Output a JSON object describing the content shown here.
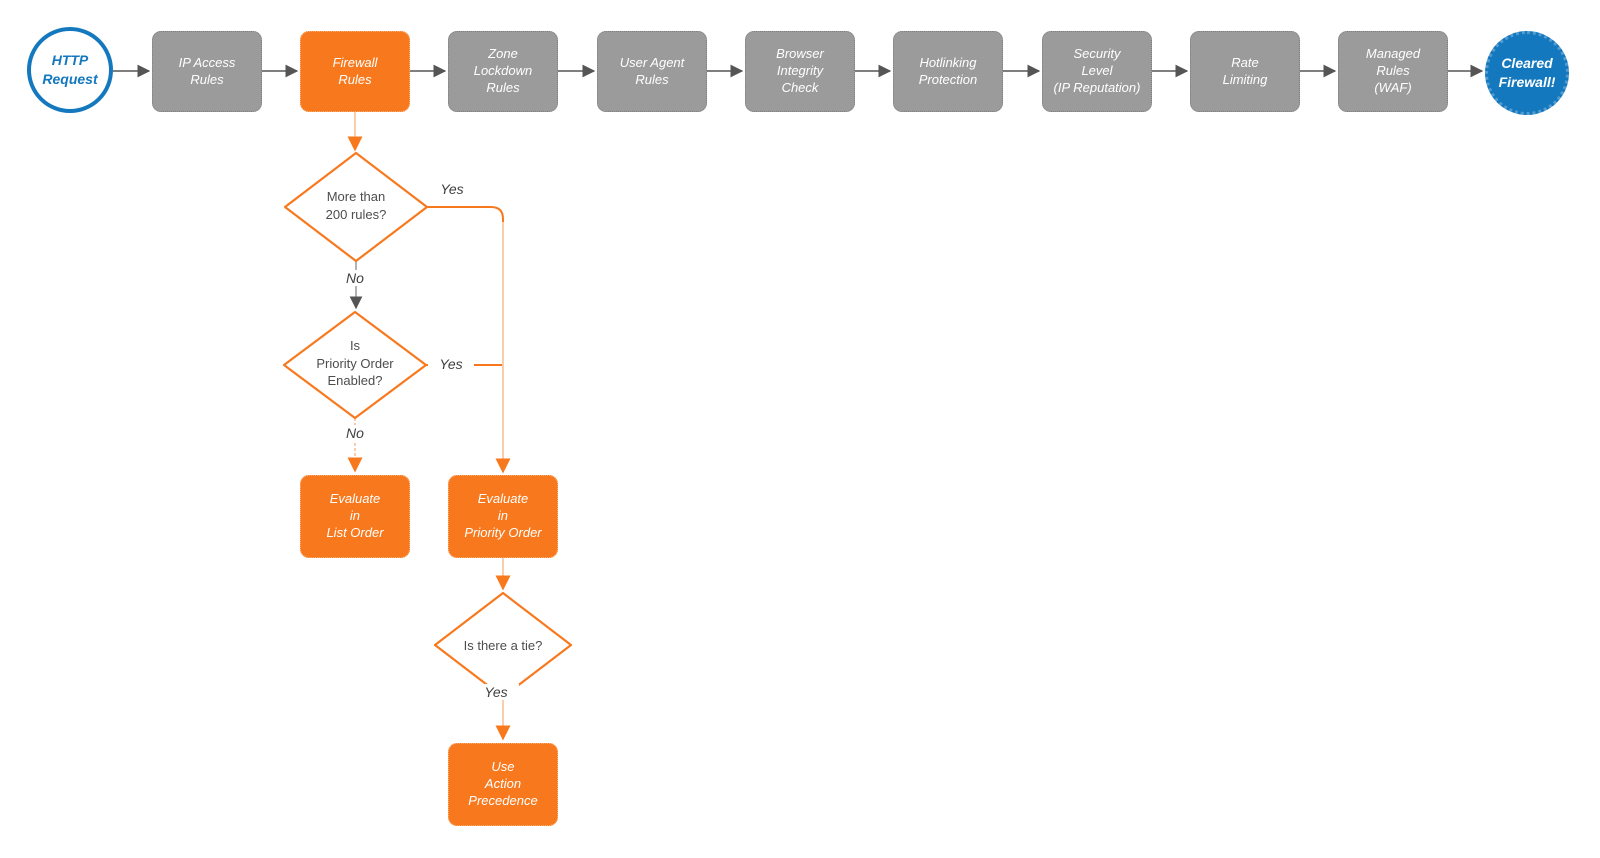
{
  "diagram": {
    "colors": {
      "accent_orange": "#F8791D",
      "connector_orange_light": "#FACDAF",
      "node_gray": "#9B9B9B",
      "brand_blue": "#1478BE",
      "arrow_gray": "#555555",
      "text_dark": "#4D4D4D"
    },
    "pipeline": [
      {
        "id": "http-request",
        "label": "HTTP\nRequest",
        "shape": "circle-outline"
      },
      {
        "id": "ip-access-rules",
        "label": "IP Access\nRules",
        "shape": "gray-box"
      },
      {
        "id": "firewall-rules",
        "label": "Firewall\nRules",
        "shape": "orange-box"
      },
      {
        "id": "zone-lockdown-rules",
        "label": "Zone\nLockdown\nRules",
        "shape": "gray-box"
      },
      {
        "id": "user-agent-rules",
        "label": "User Agent\nRules",
        "shape": "gray-box"
      },
      {
        "id": "browser-integrity-check",
        "label": "Browser\nIntegrity\nCheck",
        "shape": "gray-box"
      },
      {
        "id": "hotlinking-protection",
        "label": "Hotlinking\nProtection",
        "shape": "gray-box"
      },
      {
        "id": "security-level",
        "label": "Security\nLevel\n(IP Reputation)",
        "shape": "gray-box"
      },
      {
        "id": "rate-limiting",
        "label": "Rate\nLimiting",
        "shape": "gray-box"
      },
      {
        "id": "managed-rules-waf",
        "label": "Managed\nRules\n(WAF)",
        "shape": "gray-box"
      },
      {
        "id": "cleared-firewall",
        "label": "Cleared\nFirewall!",
        "shape": "circle-filled"
      }
    ],
    "decisions": [
      {
        "id": "more-than-200-rules",
        "label": "More than\n200 rules?"
      },
      {
        "id": "priority-order-enabled",
        "label": "Is\nPriority Order\nEnabled?"
      },
      {
        "id": "is-there-a-tie",
        "label": "Is there a tie?"
      }
    ],
    "actions": [
      {
        "id": "evaluate-list-order",
        "label": "Evaluate\nin\nList Order"
      },
      {
        "id": "evaluate-priority-order",
        "label": "Evaluate\nin\nPriority Order"
      },
      {
        "id": "use-action-precedence",
        "label": "Use\nAction\nPrecedence"
      }
    ],
    "edge_labels": {
      "yes1": "Yes",
      "no1": "No",
      "yes2": "Yes",
      "no2": "No",
      "yes3": "Yes"
    }
  }
}
